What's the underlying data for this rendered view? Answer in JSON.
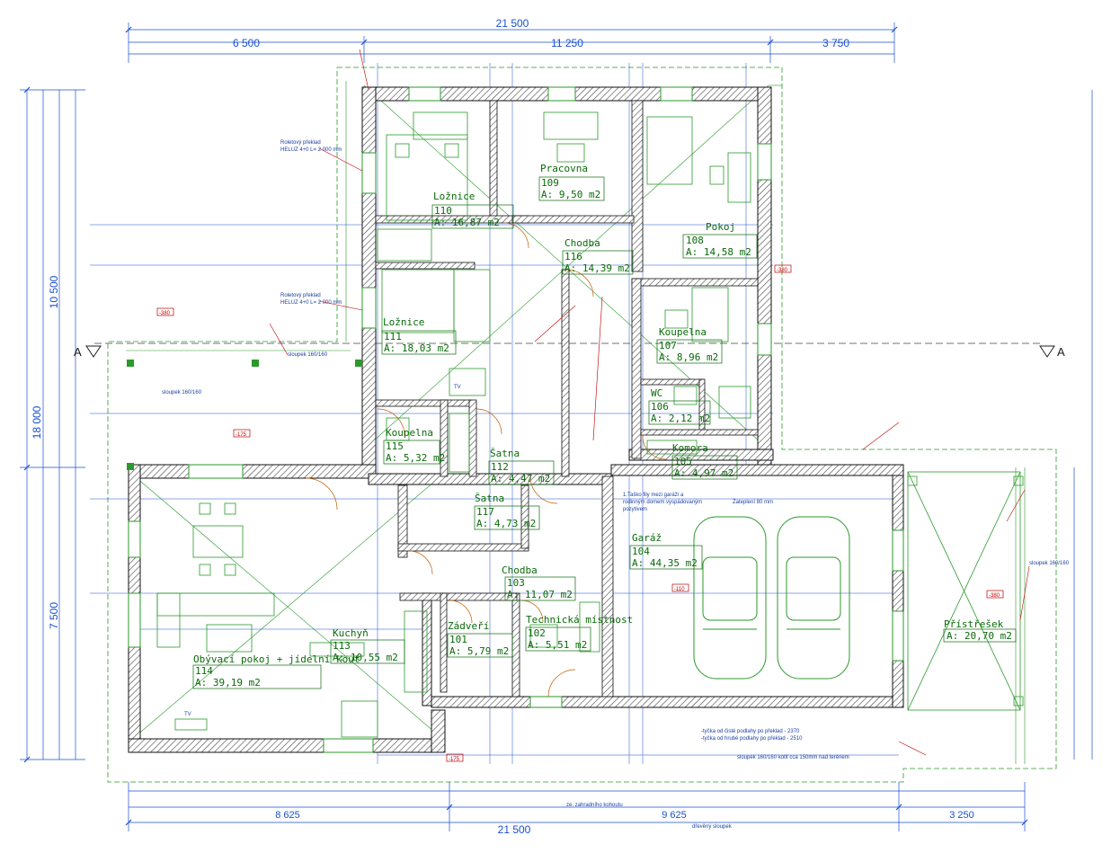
{
  "dims_top": [
    "21 500",
    "6 500",
    "11 250",
    "3 750"
  ],
  "dims_bottom": [
    "21 500",
    "8 625",
    "9 625",
    "3 250"
  ],
  "dims_left": [
    "10 500",
    "18 000",
    "7 500"
  ],
  "section_marks": [
    "A",
    "A"
  ],
  "rooms": [
    {
      "name": "Ložnice",
      "num": "110",
      "area": "A: 16,87 m2"
    },
    {
      "name": "Pracovna",
      "num": "109",
      "area": "A: 9,50 m2"
    },
    {
      "name": "Pokoj",
      "num": "108",
      "area": "A: 14,58 m2"
    },
    {
      "name": "Chodba",
      "num": "116",
      "area": "A: 14,39 m2"
    },
    {
      "name": "Ložnice",
      "num": "111",
      "area": "A: 18,03 m2"
    },
    {
      "name": "Koupelna",
      "num": "107",
      "area": "A: 8,96 m2"
    },
    {
      "name": "WC",
      "num": "106",
      "area": "A: 2,12 m2"
    },
    {
      "name": "Koupelna",
      "num": "115",
      "area": "A: 5,32 m2"
    },
    {
      "name": "Šatna",
      "num": "112",
      "area": "A: 4,47 m2"
    },
    {
      "name": "Komora",
      "num": "105",
      "area": "A: 4,97 m2"
    },
    {
      "name": "Šatna",
      "num": "117",
      "area": "A: 4,73 m2"
    },
    {
      "name": "Garáž",
      "num": "104",
      "area": "A: 44,35 m2"
    },
    {
      "name": "Chodba",
      "num": "103",
      "area": "A: 11,07 m2"
    },
    {
      "name": "Přístřešek",
      "num": "",
      "area": "A: 20,70 m2"
    },
    {
      "name": "Zádveří",
      "num": "101",
      "area": "A: 5,79 m2"
    },
    {
      "name": "Technická místnost",
      "num": "102",
      "area": "A: 5,51 m2"
    },
    {
      "name": "Kuchyň",
      "num": "113",
      "area": "A: 10,55 m2"
    },
    {
      "name": "Obývací pokoj + jídelní kout",
      "num": "114",
      "area": "A: 39,19 m2"
    }
  ],
  "notes": {
    "roleta_1": "Roletový překlad",
    "roleta_2": "HELUZ 4+0 L= 2 000 mm",
    "roleta_3": "Roletový překlad",
    "roleta_4": "HELUZ 4+0 L= 2 000 mm",
    "sloupek_1": "sloupek 160/160",
    "sloupek_2": "sloupek 160/160",
    "sloupek_3": "sloupek 160/160",
    "tv_1": "TV",
    "tv_2": "TV",
    "garage_note_1": "1.Taško fily mezi garáží a",
    "garage_note_2": "rodinným domem vyspádovaným",
    "garage_note_3": "pozytivem",
    "zateplení": "Zateplení 80 mm",
    "podlaha_1": "-tyčka od čisté podlahy po překlad - 2370",
    "podlaha_2": "-tyčka od hrubé podlahy po překlad - 2510",
    "sloupek_bottom": "sloupek 160/160 kotit cca 150mm nad terénem",
    "zahradni": "ze. zahradního kohoutu",
    "drevo": "dřevěný sloupek"
  },
  "levels": [
    "-380",
    "-380",
    "-175",
    "-110",
    "-380",
    "-175"
  ]
}
